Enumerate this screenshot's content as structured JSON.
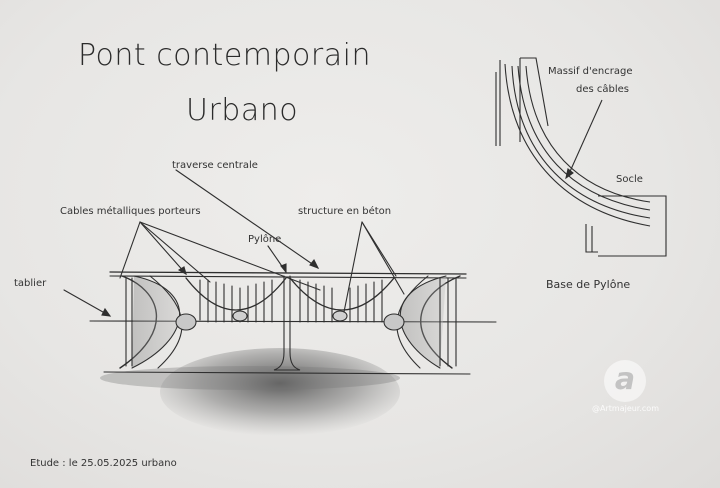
{
  "title": {
    "line1": "Pont contemporain",
    "line2": "Urbano"
  },
  "labels": {
    "traverse_centrale": "traverse centrale",
    "cables_porteurs": "Cables métalliques porteurs",
    "structure_beton": "structure en béton",
    "pylone": "Pylône",
    "tablier": "tablier",
    "massif": "Massif d'encrage",
    "massif_2": "des câbles",
    "socle": "Socle",
    "base_pylone": "Base de Pylône"
  },
  "footer": {
    "study_note": "Etude : le 25.05.2025 urbano"
  },
  "watermark": {
    "logo_letter": "a",
    "url": "@Artmajeur.com"
  },
  "colors": {
    "paper": "#e9e8e6",
    "pencil": "#2f2f2f",
    "shadow": "#6e6e6e"
  }
}
